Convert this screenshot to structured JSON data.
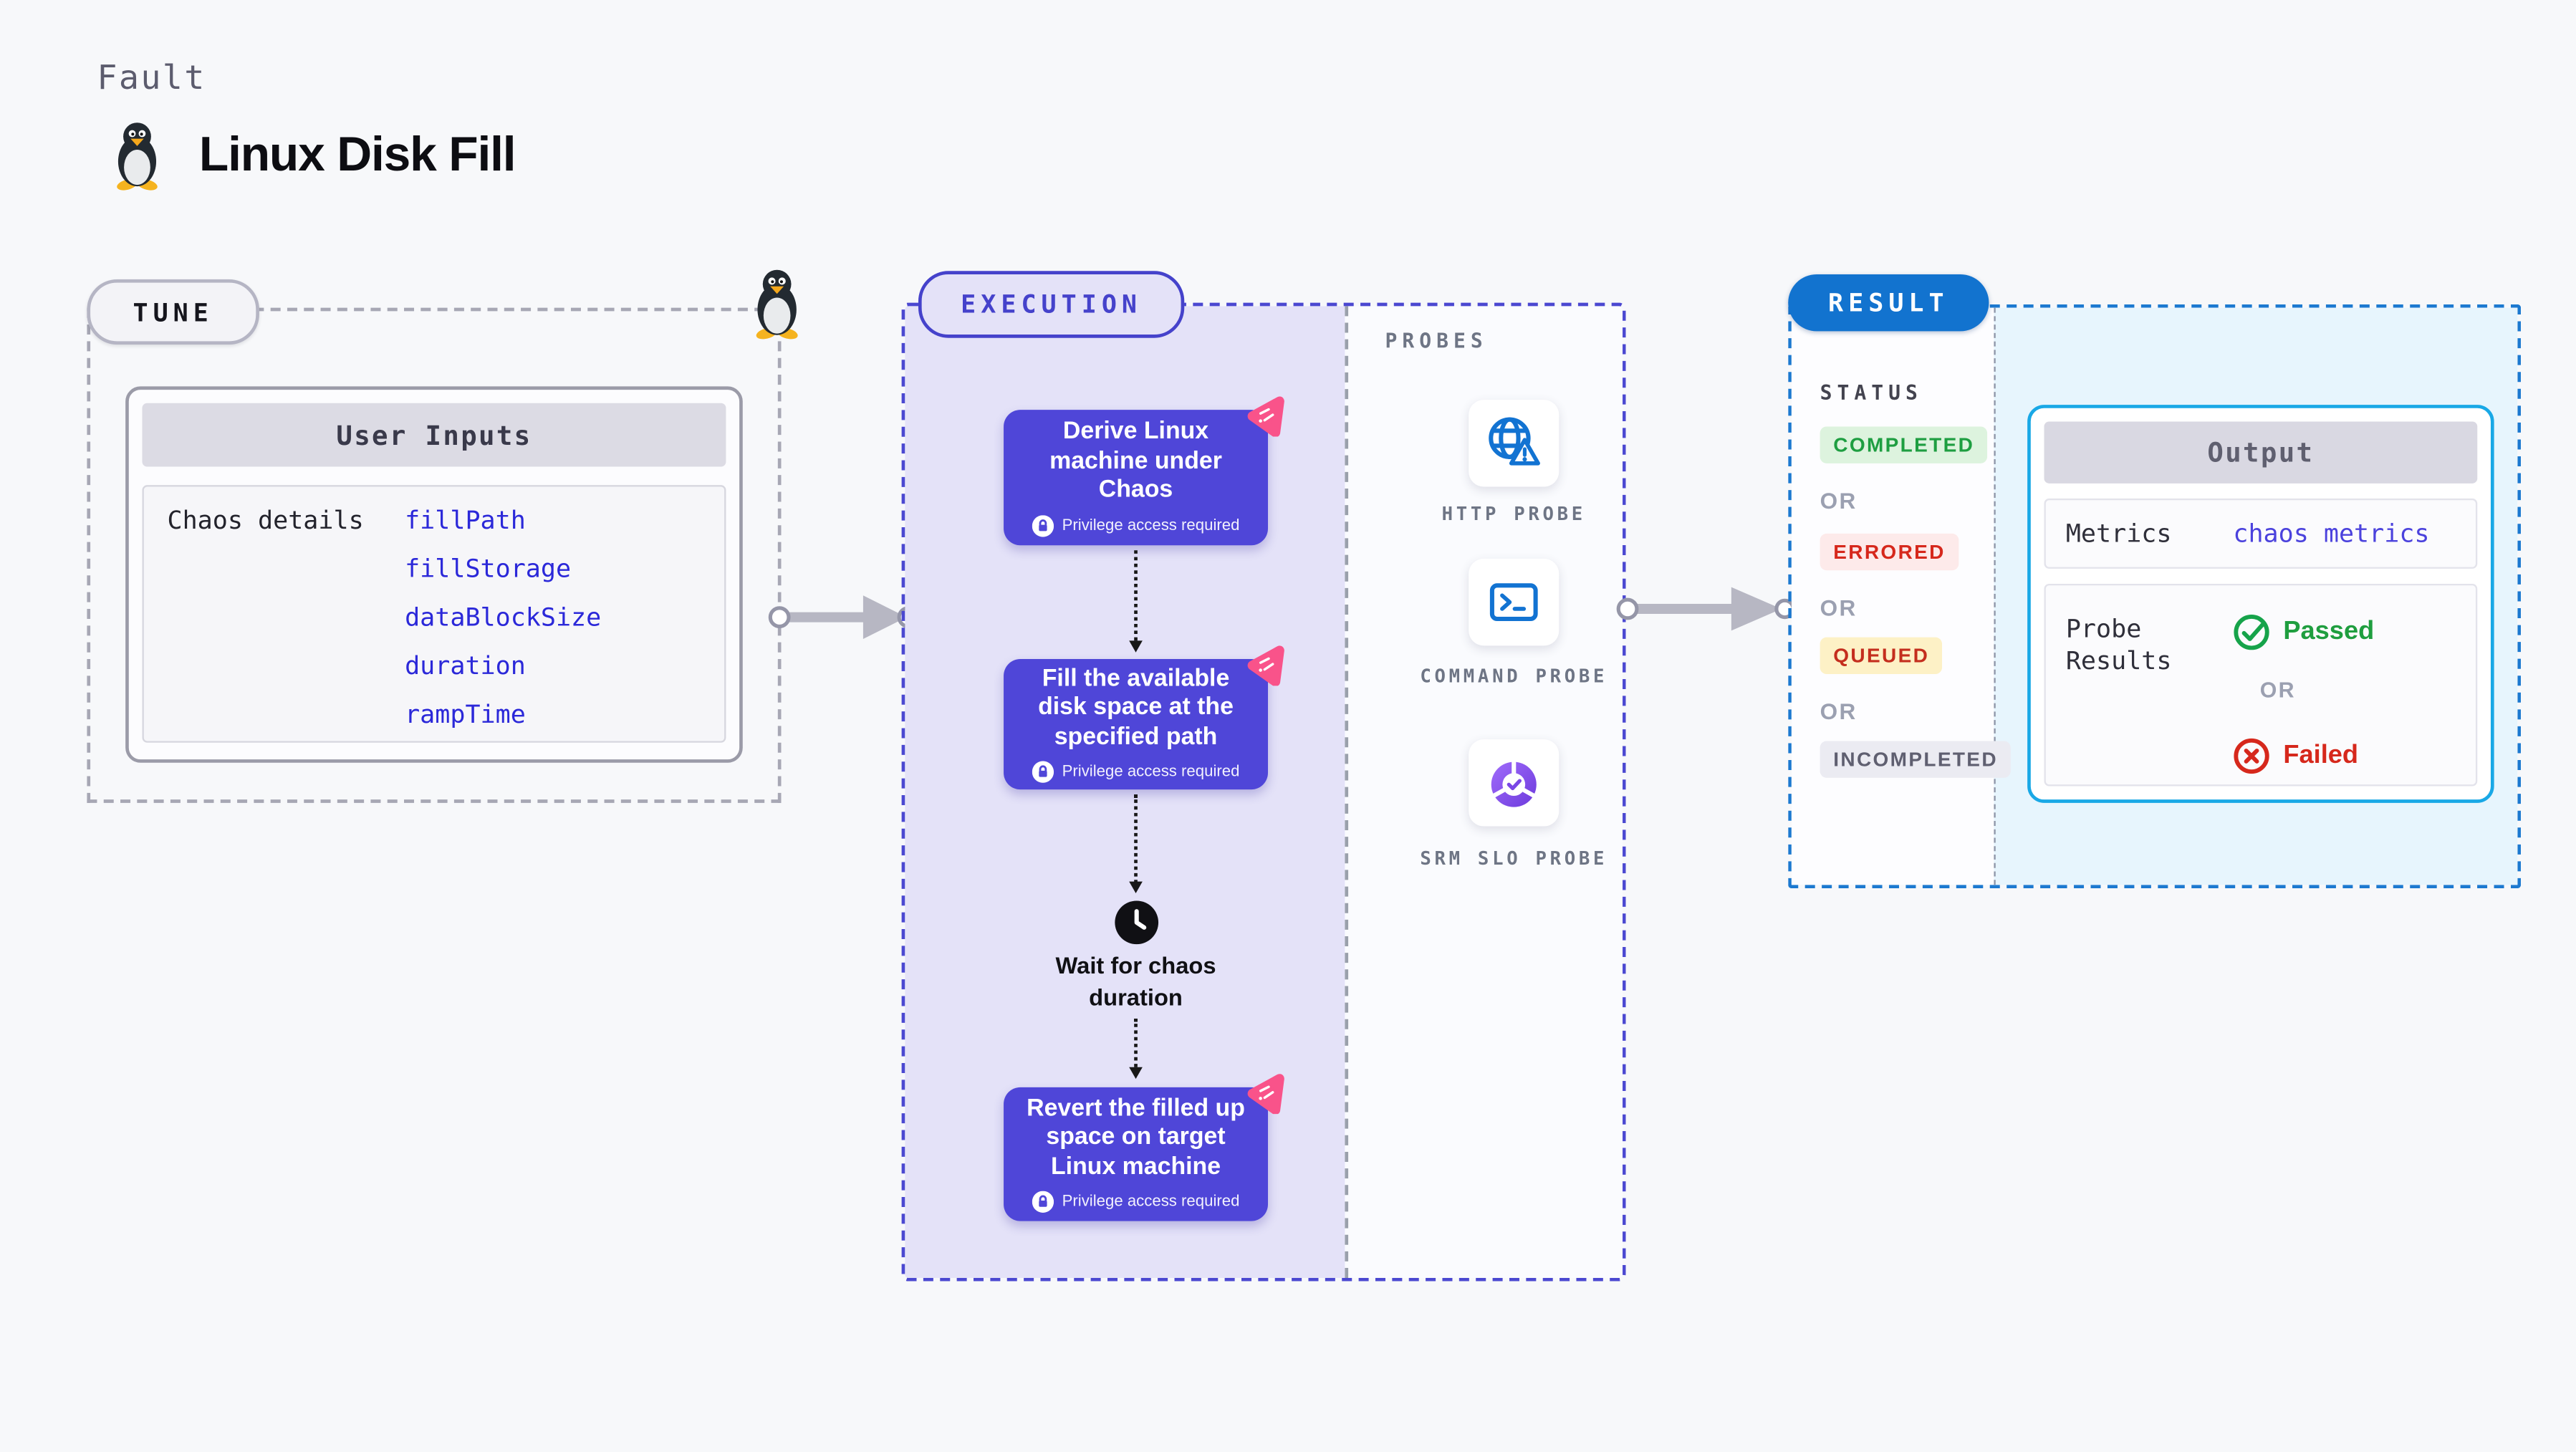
{
  "header": {
    "eyebrow": "Fault",
    "title": "Linux Disk Fill"
  },
  "tune": {
    "label": "TUNE",
    "user_inputs": {
      "title": "User Inputs",
      "row_label": "Chaos details",
      "params": [
        "fillPath",
        "fillStorage",
        "dataBlockSize",
        "duration",
        "rampTime"
      ]
    }
  },
  "execution": {
    "label": "EXECUTION",
    "steps": [
      {
        "text": "Derive Linux machine under Chaos",
        "note": "Privilege access required"
      },
      {
        "text": "Fill the available disk space at the specified path",
        "note": "Privilege access required"
      },
      {
        "text": "Revert the filled up space on target Linux machine",
        "note": "Privilege access required"
      }
    ],
    "wait": "Wait for chaos duration"
  },
  "probes": {
    "label": "PROBES",
    "items": [
      {
        "name": "HTTP PROBE",
        "icon": "globe-alert-icon"
      },
      {
        "name": "COMMAND PROBE",
        "icon": "terminal-icon"
      },
      {
        "name": "SRM SLO PROBE",
        "icon": "slo-donut-icon"
      }
    ]
  },
  "result": {
    "label": "RESULT",
    "status": {
      "title": "STATUS",
      "or": "OR",
      "badges": [
        {
          "text": "COMPLETED",
          "bg": "#ddf3de",
          "color": "#1e9e41"
        },
        {
          "text": "ERRORED",
          "bg": "#fdeaea",
          "color": "#d6281c"
        },
        {
          "text": "QUEUED",
          "bg": "#fdf1c6",
          "color": "#c42e1e"
        },
        {
          "text": "INCOMPLETED",
          "bg": "#ebebf2",
          "color": "#5f5f70"
        }
      ]
    },
    "output": {
      "title": "Output",
      "metrics_label": "Metrics",
      "metrics_link": "chaos metrics",
      "probe_results_label": "Probe Results",
      "passed": "Passed",
      "or": "OR",
      "failed": "Failed"
    }
  },
  "colors": {
    "page_bg": "#f7f8fa",
    "execution_accent": "#4b48d1",
    "execution_panel": "#e4e2f8",
    "step_card": "#4f46d8",
    "litmus_pink": "#f9538a",
    "result_accent": "#1273cf",
    "result_panel": "#e7f5fd",
    "output_border": "#19a8e6",
    "probe_icon_blue": "#1273d2",
    "link_blue": "#2b28d9"
  }
}
